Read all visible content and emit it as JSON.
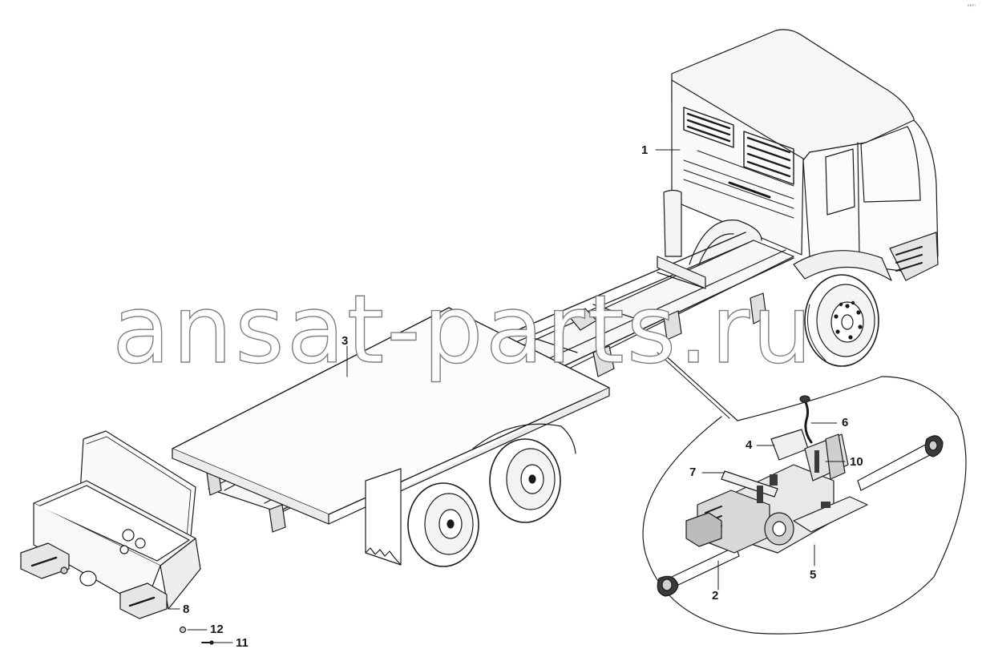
{
  "watermark": "ansat-parts.ru",
  "corner_logo": "ᵃᵖᵐ",
  "callouts": {
    "c1": "1",
    "c2": "2",
    "c3": "3",
    "c4": "4",
    "c5": "5",
    "c6": "6",
    "c7": "7",
    "c8": "8",
    "c10": "10",
    "c11": "11",
    "c12": "12"
  },
  "colors": {
    "line": "#1a1a1a",
    "fill_light": "#eeeeee",
    "fill_mid": "#cfcfcf",
    "fill_dark": "#444444",
    "background": "#ffffff"
  }
}
